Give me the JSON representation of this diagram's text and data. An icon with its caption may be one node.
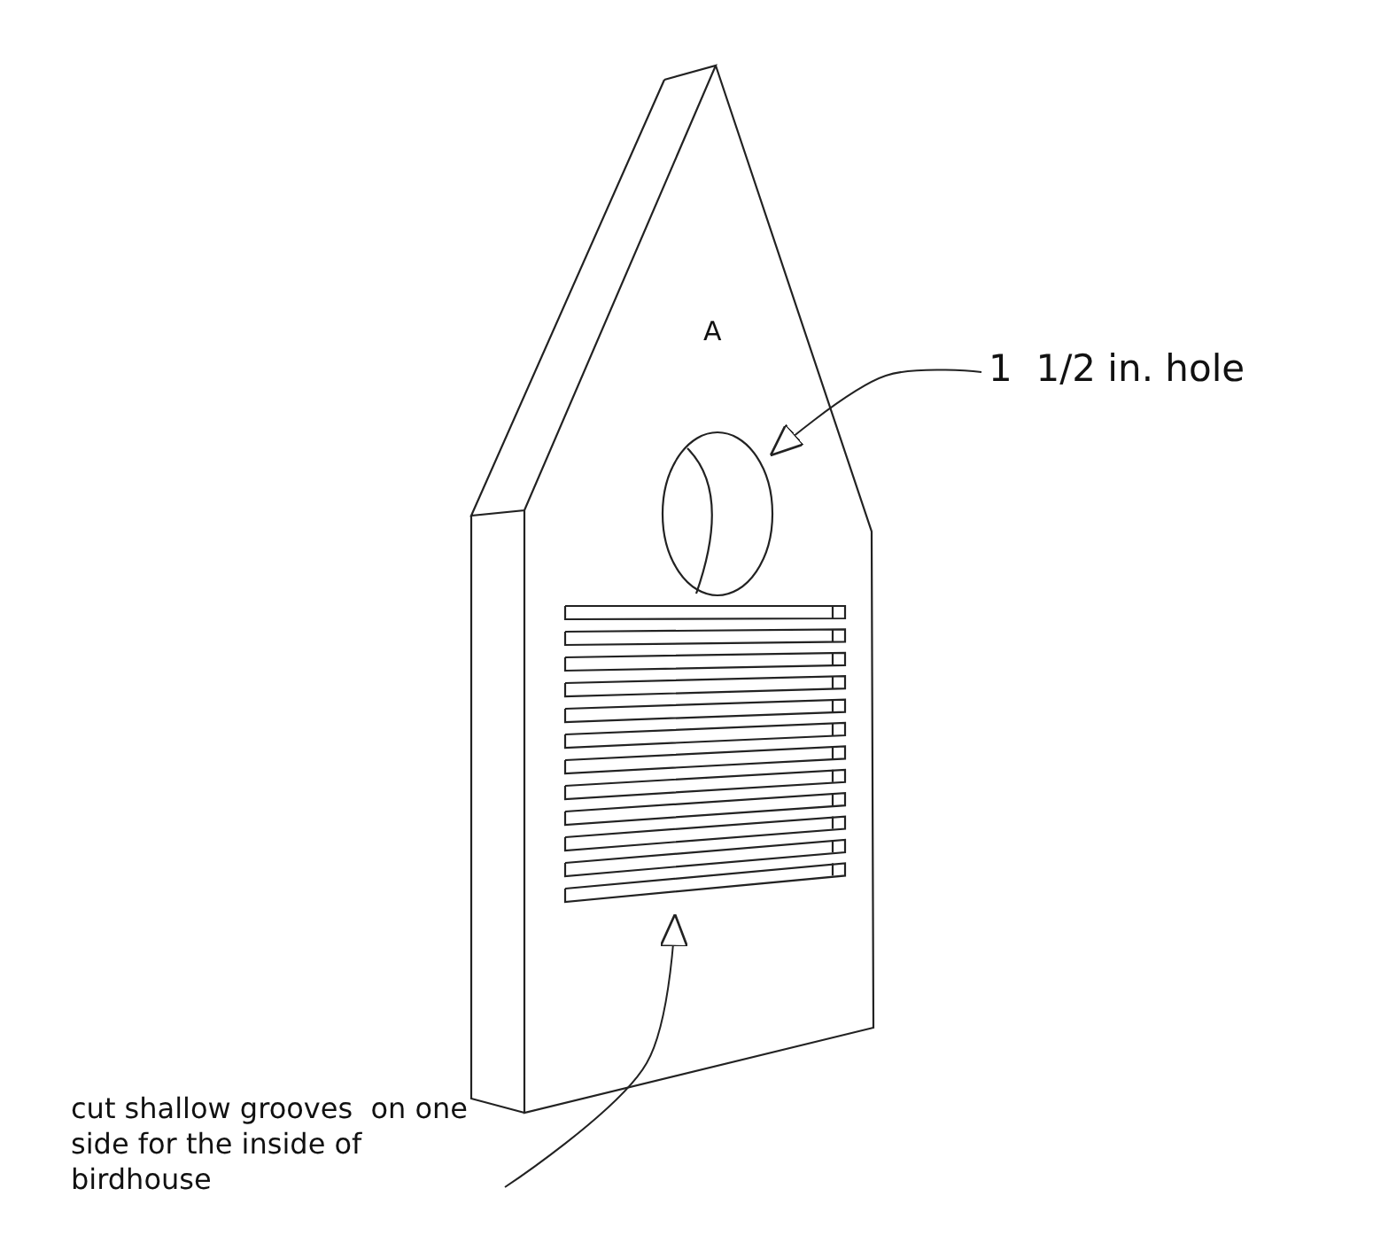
{
  "diagram": {
    "nodes": [
      {
        "text": [
          "1  1/2 in. hole"
        ]
      },
      {
        "text": [],
        "shape": "circle"
      },
      {
        "text": [
          "cut shallow grooves  on one side for the inside of birdhouse"
        ]
      },
      {
        "text": [],
        "shape": "box"
      }
    ],
    "edges": [
      {
        "from": 0,
        "to": 1,
        "arrow": "to"
      },
      {
        "from": 2,
        "to": 3,
        "arrow": "to"
      }
    ],
    "labels": [
      "A"
    ]
  }
}
